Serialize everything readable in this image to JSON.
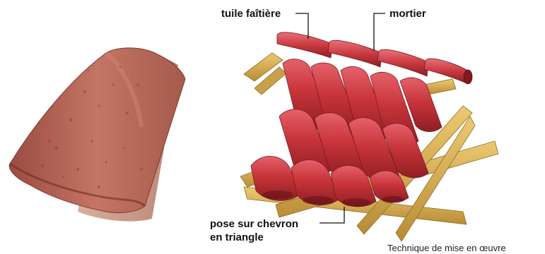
{
  "labels": {
    "ridge_tile": "tuile faîtière",
    "mortar": "mortier",
    "chevron_line1": "pose sur chevron",
    "chevron_line2": "en triangle"
  },
  "caption": "Technique de mise en œuvre",
  "colors": {
    "tile_red": "#c8343a",
    "tile_shadow": "#8e1f24",
    "tile_highlight": "#e2606a",
    "terracotta": "#b46a5a",
    "terracotta_inner": "#c9998a",
    "wood": "#d9b45a",
    "wood_dark": "#a9822f",
    "leader_line": "#111111"
  }
}
